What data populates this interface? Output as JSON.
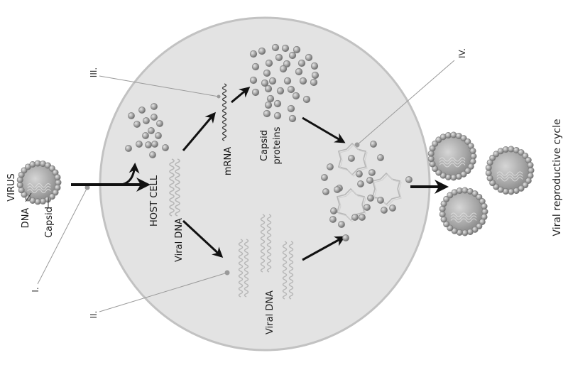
{
  "diagram": {
    "title": "Viral reproductive cycle",
    "labels": {
      "virus": "VIRUS",
      "dna": "DNA",
      "capsid": "Capsid",
      "host_cell": "HOST CELL",
      "viral_dna_1": "Viral DNA",
      "viral_dna_2": "Viral DNA",
      "mrna": "mRNA",
      "capsid_proteins_1": "Capsid",
      "capsid_proteins_2": "proteins"
    },
    "stages": [
      "I.",
      "II.",
      "III.",
      "IV."
    ],
    "colors": {
      "cell_fill": "#e3e3e3",
      "cell_stroke": "#c2c2c2",
      "particle": "#9a9a9a",
      "arrow": "#111111",
      "leader": "#9a9a9a"
    }
  }
}
